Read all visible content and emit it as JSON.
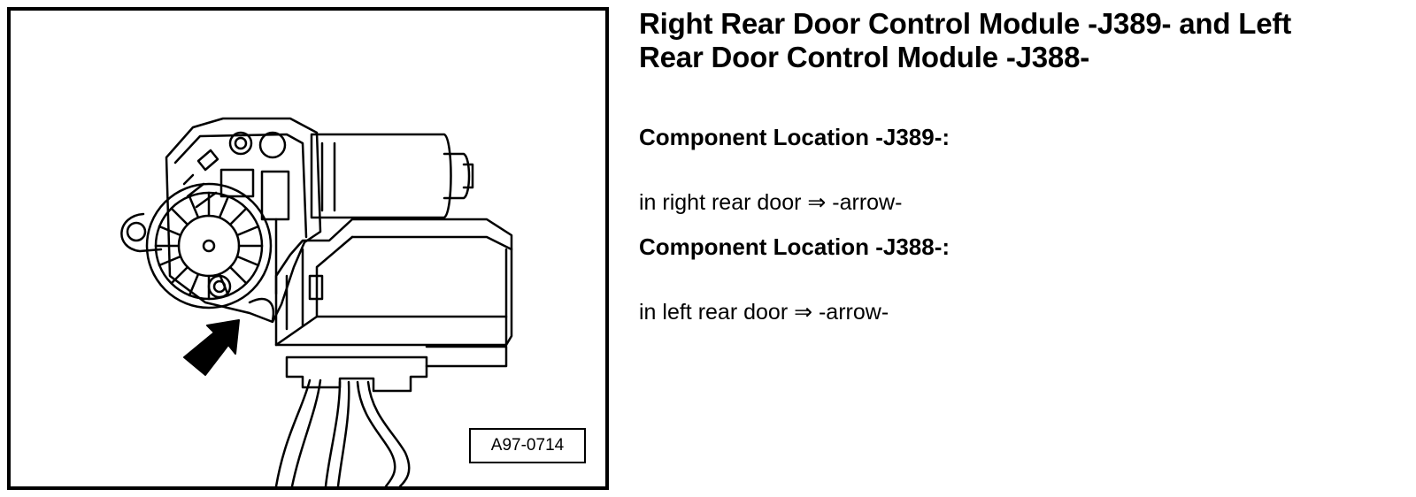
{
  "heading": {
    "line1": "Right Rear Door Control Module -J389- and Left",
    "line2": "Rear Door Control Module -J388-"
  },
  "sections": [
    {
      "title": "Component Location -J389-:",
      "text": "in right rear door ⇒ -arrow-"
    },
    {
      "title": "Component Location -J388-:",
      "text": "in left rear door ⇒ -arrow-"
    }
  ],
  "figure": {
    "id": "A97-0714"
  },
  "colors": {
    "ink": "#000000",
    "paper": "#ffffff"
  }
}
